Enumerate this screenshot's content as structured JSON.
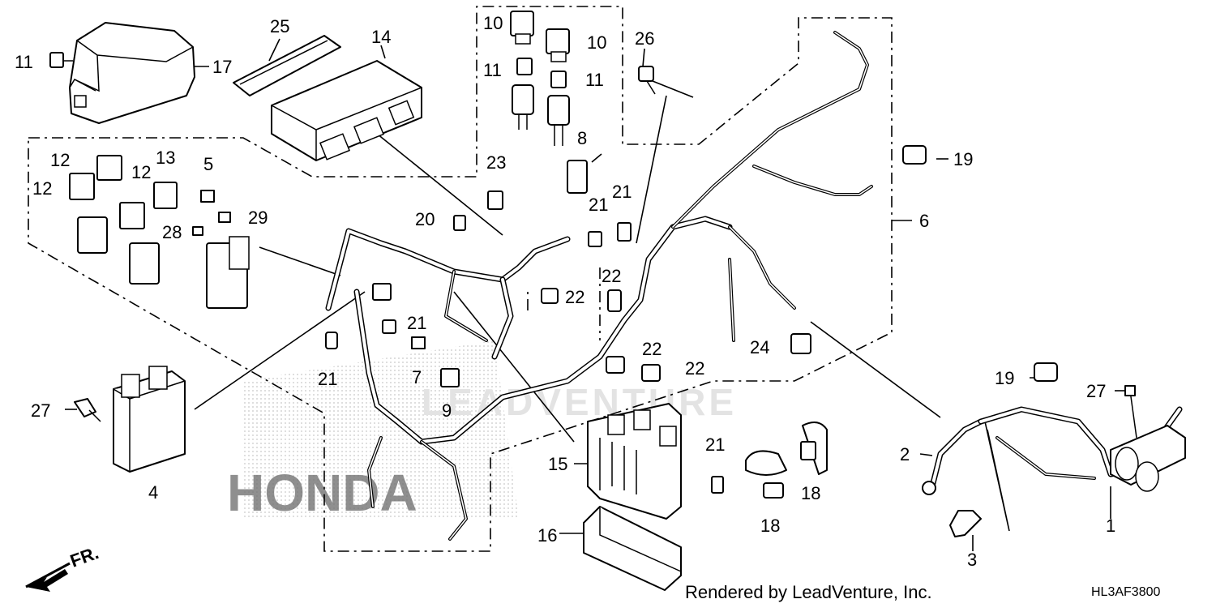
{
  "callouts": {
    "c1": "1",
    "c2": "2",
    "c3": "3",
    "c4": "4",
    "c5": "5",
    "c6": "6",
    "c7": "7",
    "c8": "8",
    "c9": "9",
    "c10": "10",
    "c11": "11",
    "c12": "12",
    "c13": "13",
    "c14": "14",
    "c15": "15",
    "c16": "16",
    "c17": "17",
    "c18": "18",
    "c19": "19",
    "c20": "20",
    "c21": "21",
    "c22": "22",
    "c23": "23",
    "c24": "24",
    "c25": "25",
    "c26": "26",
    "c27": "27",
    "c28": "28",
    "c29": "29"
  },
  "direction_label": "FR.",
  "watermark": "LEADVENTURE",
  "footer": {
    "credit": "Rendered by LeadVenture, Inc.",
    "code": "HL3AF3800"
  }
}
